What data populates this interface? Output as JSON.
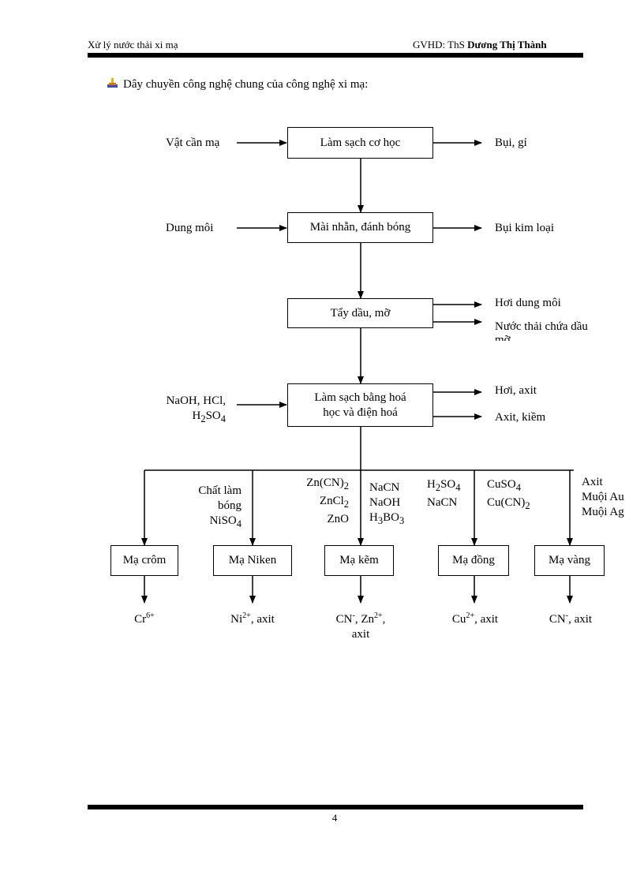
{
  "header": {
    "left": "Xử lý nước thải xi mạ",
    "right_prefix": "GVHD: ThS ",
    "right_bold": "Dương Thị Thành"
  },
  "intro": {
    "bullet_icon": "hand-pointer-icon",
    "text": "Dây chuyền công nghệ chung của công nghệ xi mạ:"
  },
  "process": {
    "step1": "Làm sạch cơ học",
    "step2": "Mài nhẵn, đánh bóng",
    "step3": "Tẩy dầu, mỡ",
    "step4_line1": "Làm sạch bằng hoá",
    "step4_line2": "học và điện hoá"
  },
  "inputs": {
    "in1": "Vật cần mạ",
    "in2": "Dung môi",
    "in4_line1": "NaOH, HCl,",
    "in4_line2_base": "H",
    "in4_line2_sub1": "2",
    "in4_line2_mid": "SO",
    "in4_line2_sub2": "4"
  },
  "outputs": {
    "out1": "Bụi, gỉ",
    "out2": "Bụi kim loại",
    "out3a": "Hơi dung môi",
    "out3b_line1": "Nước thải chứa dầu",
    "out3b_line2": "mỡ",
    "out4a": "Hơi, axit",
    "out4b": "Axit, kiềm"
  },
  "plating": {
    "chrome": "Mạ crôm",
    "nickel": "Mạ Niken",
    "zinc": "Mạ kẽm",
    "copper": "Mạ đồng",
    "gold": "Mạ vàng"
  },
  "plating_inputs": {
    "nickel_1": "Chất làm",
    "nickel_2": "bóng",
    "nickel_3_base": "NiSO",
    "nickel_3_sub": "4",
    "zinc_a1_base": "Zn(CN)",
    "zinc_a1_sub": "2",
    "zinc_a2_base": "ZnCl",
    "zinc_a2_sub": "2",
    "zinc_a3": "ZnO",
    "zinc_b1": "NaCN",
    "zinc_b2": "NaOH",
    "zinc_b3_base": "H",
    "zinc_b3_sub1": "3",
    "zinc_b3_mid": "BO",
    "zinc_b3_sub2": "3",
    "copper_a1_base": "H",
    "copper_a1_sub1": "2",
    "copper_a1_mid": "SO",
    "copper_a1_sub2": "4",
    "copper_a2": "NaCN",
    "copper_b1_base": "CuSO",
    "copper_b1_sub": "4",
    "copper_b2_base": "Cu(CN)",
    "copper_b2_sub": "2",
    "gold_1": "Axit",
    "gold_2": "Muội Au",
    "gold_3": "Muội Ag"
  },
  "plating_outputs": {
    "chrome_base": "Cr",
    "chrome_sup": "6+",
    "nickel_base": "Ni",
    "nickel_sup": "2+",
    "nickel_tail": ", axit",
    "zinc_base1": "CN",
    "zinc_sup1": "-",
    "zinc_mid": ", Zn",
    "zinc_sup2": "2+",
    "zinc_tail": ",",
    "zinc_line2": "axit",
    "copper_base": "Cu",
    "copper_sup": "2+",
    "copper_tail": ", axit",
    "gold_base": "CN",
    "gold_sup": "-",
    "gold_tail": ", axit"
  },
  "footer": {
    "page_number": "4"
  }
}
